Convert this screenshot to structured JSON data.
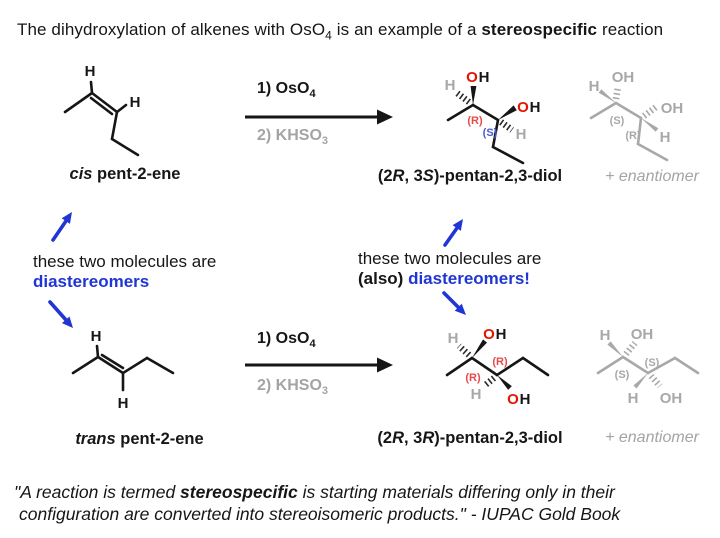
{
  "colors": {
    "annotation_blue": "#2036d4",
    "oxygen_red": "#e51400",
    "stereo_red": "#e64b4b",
    "stereo_blue": "#4a5ccc",
    "muted_gray": "#a8a8a8",
    "ink_black": "#161616"
  },
  "title": {
    "p1": "The dihydroxylation of alkenes with OsO",
    "sub": "4",
    "p2": " is an example of a ",
    "bold": "stereospecific",
    "p3": " reaction"
  },
  "conditions": {
    "step1": "1) OsO",
    "step1_sub": "4",
    "step2": "2) KHSO",
    "step2_sub": "3"
  },
  "atoms": {
    "h": "H",
    "o": "O",
    "oh": "OH"
  },
  "stereo": {
    "r": "(R)",
    "s": "(S)"
  },
  "labels": {
    "cis_italic": "cis",
    "cis_rest": " pent-2-ene",
    "trans_italic": "trans",
    "trans_rest": " pent-2-ene",
    "product_top": {
      "p1": "(2",
      "i1": "R",
      "p2": ", 3",
      "i2": "S",
      "p3": ")-pentan-2,3-diol"
    },
    "product_bottom": {
      "p1": "(2",
      "i1": "R",
      "p2": ", 3",
      "i2": "R",
      "p3": ")-pentan-2,3-diol"
    },
    "enantiomer": "+ enantiomer"
  },
  "annotations": {
    "left": {
      "line1": "these two molecules are",
      "line2": "diastereomers"
    },
    "middle": {
      "line1": "these two molecules are",
      "line2_bold": "(also)",
      "line2_blue": " diastereomers!"
    }
  },
  "quote": {
    "p1": "\"A reaction is termed ",
    "bold": "stereospecific",
    "p2": " is starting materials differing only in their",
    "p3": "configuration are converted into stereoisomeric products.\" - IUPAC Gold Book"
  }
}
